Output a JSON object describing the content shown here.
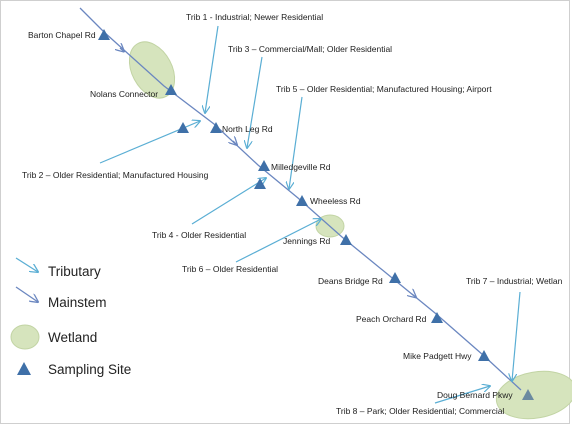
{
  "colors": {
    "tributary": "#5aaed4",
    "mainstem": "#6b87c0",
    "wetland_fill": "#d6e4bd",
    "wetland_stroke": "#c2d4a4",
    "site": "#3f70a8"
  },
  "sites": {
    "barton": "Barton Chapel Rd",
    "nolans": "Nolans Connector",
    "north_leg": "North Leg Rd",
    "milledgeville": "Milledgeville Rd",
    "wheeless": "Wheeless Rd",
    "jennings": "Jennings Rd",
    "deans_bridge": "Deans Bridge Rd",
    "peach_orchard": "Peach Orchard Rd",
    "mike_padgett": "Mike Padgett Hwy",
    "doug_bernard": "Doug Bernard Pkwy"
  },
  "tribs": {
    "t1": "Trib 1 - Industrial; Newer Residential",
    "t2": "Trib 2 – Older Residential; Manufactured Housing",
    "t3": "Trib 3 – Commercial/Mall; Older Residential",
    "t4": "Trib 4 - Older Residential",
    "t5": "Trib 5 – Older Residential; Manufactured Housing; Airport",
    "t6": "Trib 6 – Older Residential",
    "t7": "Trib 7 – Industrial; Wetlan",
    "t8": "Trib 8 – Park; Older Residential; Commercial"
  },
  "legend": {
    "tributary": "Tributary",
    "mainstem": "Mainstem",
    "wetland": "Wetland",
    "sampling_site": "Sampling Site"
  }
}
